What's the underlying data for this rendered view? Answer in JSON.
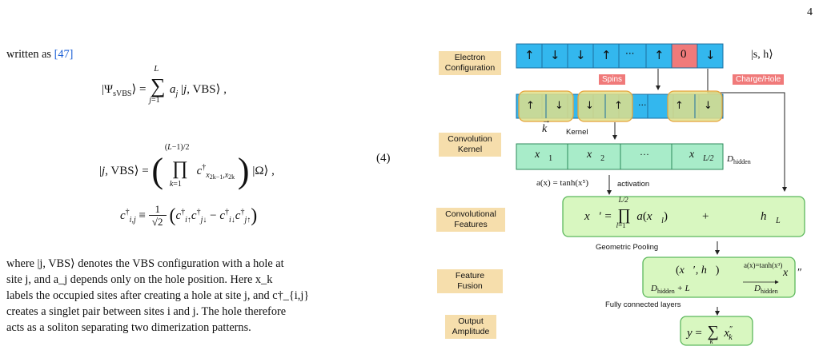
{
  "page_number": "4",
  "left_text": {
    "intro": "written as",
    "intro_cite": "[47]",
    "eq_number": "(4)",
    "para_lines": [
      "where |j, VBS⟩ denotes the VBS configuration with a hole at",
      "site j, and a_j depends only on the hole position. Here x_k",
      "labels the occupied sites after creating a hole at site j, and c†_{i,j}",
      "creates a singlet pair between sites i and j. The hole therefore",
      "acts as a soliton separating two dimerization patterns."
    ]
  },
  "figure": {
    "labels": {
      "electron_config": "Electron Configuration",
      "conv_kernel": "Convolution Kernel",
      "conv_features": "Convolutional Features",
      "feature_fusion": "Feature Fusion",
      "output_amp": "Output Amplitude"
    },
    "spin_cells": [
      "↑",
      "↓",
      "↓",
      "↑",
      "···",
      "↑",
      "0",
      "↓"
    ],
    "state_label": "|s, h⟩",
    "spins_tag": "Spins",
    "charge_tag": "Charge/Hole",
    "kernel_cells": [
      "↑",
      "↓",
      "↓",
      "↑",
      "···",
      "↑",
      "↓"
    ],
    "kernel_text": "Kernel",
    "kernel_vec": "k",
    "feature_cells": [
      "x1",
      "x2",
      "···",
      "xL/2"
    ],
    "d_hidden": "Dhidden",
    "activation_formula": "a(x) = tanh(x⁵)",
    "activation_text": "activation",
    "geo_pooling": "Geometric Pooling",
    "fc_layers": "Fully connected layers",
    "fusion_activation": "a(x)=tanh(x³)",
    "colors": {
      "blue_cell": "#33b7ee",
      "red_cell": "#f07a7a",
      "green_cell": "#a8ecc9",
      "green_box": "#d8f7c0",
      "green_border": "#5cb85c",
      "label_bg": "#f6deac",
      "highlight": "#e0df8a"
    }
  }
}
